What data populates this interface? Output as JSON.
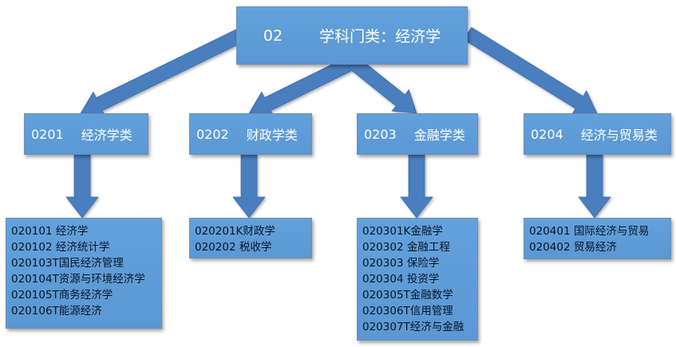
{
  "root": {
    "code": "02",
    "label": "学科门类：经济学"
  },
  "categories": [
    {
      "code": "0201",
      "label": "经济学类",
      "majors": [
        "020101  经济学",
        "020102  经济统计学",
        "020103T国民经济管理",
        "020104T资源与环境经济学",
        "020105T商务经济学",
        "020106T能源经济"
      ]
    },
    {
      "code": "0202",
      "label": "财政学类",
      "majors": [
        "020201K财政学",
        "020202  税收学"
      ]
    },
    {
      "code": "0203",
      "label": "金融学类",
      "majors": [
        "020301K金融学",
        "020302  金融工程",
        "020303  保险学",
        "020304  投资学",
        "020305T金融数学",
        "020306T信用管理",
        "020307T经济与金融"
      ]
    },
    {
      "code": "0204",
      "label": "经济与贸易类",
      "majors": [
        "020401  国际经济与贸易",
        "020402  贸易经济"
      ]
    }
  ],
  "colors": {
    "box_fill": "#5b9bd5",
    "box_border": "#6b8fb8",
    "arrow_fill": "#4a7ebf"
  }
}
